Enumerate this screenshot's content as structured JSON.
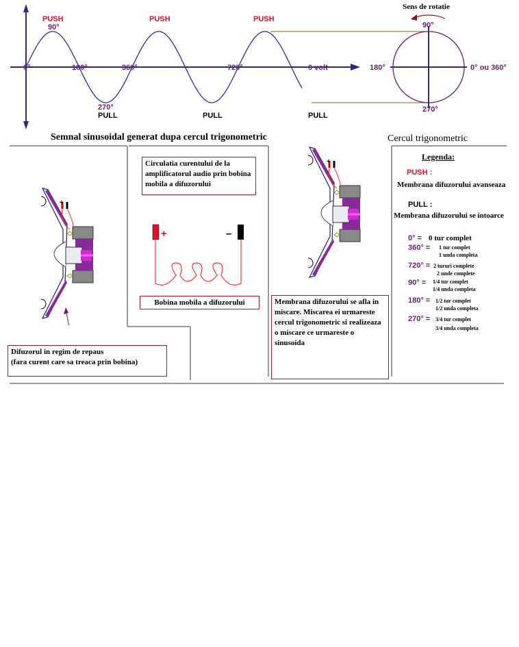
{
  "signal": {
    "push_labels": [
      "PUSH",
      "PUSH",
      "PUSH"
    ],
    "pull_labels": [
      "PULL",
      "PULL",
      "PULL"
    ],
    "deg_0": "0°",
    "deg_90": "90°",
    "deg_180": "180°",
    "deg_270": "270°",
    "deg_360": "360°",
    "deg_720": "720°",
    "zero_volt": "0 volt",
    "caption": "Semnal sinusoidal  generat dupa cercul trigonometric"
  },
  "circle": {
    "rotation_label": "Sens de rotatie",
    "deg_90": "90°",
    "deg_180": "180°",
    "deg_270": "270°",
    "deg_0_360": "0° ou 360°",
    "caption": "Cercul trigonometric"
  },
  "boxes": {
    "current_flow": "Circulatia curentului de la amplificatorul audio prin bobina mobila a difuzorului",
    "coil": "Bobina mobila a difuzorului",
    "rest": "Difuzorul in regim de repaus\n(fara curent care sa treaca prin bobina)",
    "motion": "Membrana difuzorului se afla in miscare. Miscarea ei urmareste cercul trigonometric si realizeaza o miscare ce urmareste o sinusoida"
  },
  "terminals": {
    "plus": "+",
    "minus": "–",
    "small_plus": "+",
    "small_minus": "-"
  },
  "legend": {
    "title": "Legenda:",
    "push_label": "PUSH :",
    "push_desc": "Membrana difuzorului avanseaza",
    "pull_label": "PULL :",
    "pull_desc": "Membrana difuzorului se intoarce",
    "items": [
      {
        "deg": "0° =",
        "l1": "0 tur complet",
        "l2": ""
      },
      {
        "deg": "360° =",
        "l1": "1 tur complet",
        "l2": "1 unda completa"
      },
      {
        "deg": "720° =",
        "l1": "2 tururi complete",
        "l2": "2 unde complete"
      },
      {
        "deg": "90° =",
        "l1": "1/4 tur complet",
        "l2": "1/4 unda completa"
      },
      {
        "deg": "180° =",
        "l1": "1/2 tur complet",
        "l2": "1/2 unda completa"
      },
      {
        "deg": "270° =",
        "l1": "3/4 tur complet",
        "l2": "3/4 unda completa"
      }
    ]
  },
  "colors": {
    "wave": "#2a2aa8",
    "axis": "#2a2a7a",
    "purple": "#6e1a78",
    "red": "#e0102a",
    "olive": "#7a6a1a",
    "coil": "#ff3030"
  }
}
